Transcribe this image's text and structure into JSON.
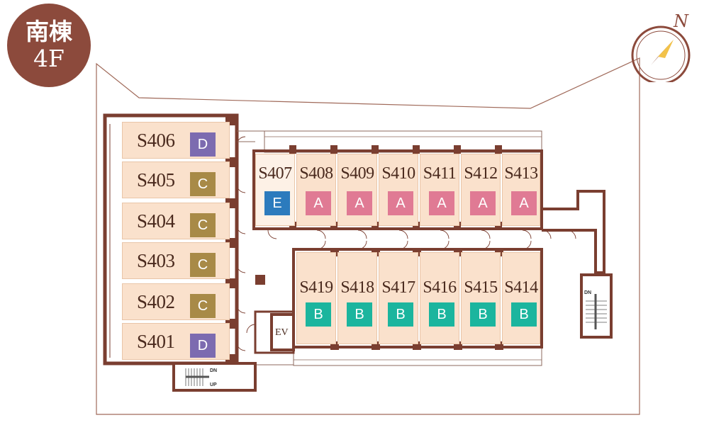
{
  "floor_badge": {
    "line1": "南棟",
    "line2": "4F",
    "color": "#8c4a3c"
  },
  "compass": {
    "label": "N"
  },
  "unit_type_colors": {
    "A": "#e07a94",
    "B": "#1bb59e",
    "C": "#a88a47",
    "D": "#7c6bb0",
    "E": "#2c7bbd"
  },
  "west_units": [
    {
      "id": "S406",
      "type": "D"
    },
    {
      "id": "S405",
      "type": "C"
    },
    {
      "id": "S404",
      "type": "C"
    },
    {
      "id": "S403",
      "type": "C"
    },
    {
      "id": "S402",
      "type": "C"
    },
    {
      "id": "S401",
      "type": "D"
    }
  ],
  "north_units": [
    {
      "id": "S407",
      "type": "E"
    },
    {
      "id": "S408",
      "type": "A"
    },
    {
      "id": "S409",
      "type": "A"
    },
    {
      "id": "S410",
      "type": "A"
    },
    {
      "id": "S411",
      "type": "A"
    },
    {
      "id": "S412",
      "type": "A"
    },
    {
      "id": "S413",
      "type": "A"
    }
  ],
  "south_units": [
    {
      "id": "S419",
      "type": "B"
    },
    {
      "id": "S418",
      "type": "B"
    },
    {
      "id": "S417",
      "type": "B"
    },
    {
      "id": "S416",
      "type": "B"
    },
    {
      "id": "S415",
      "type": "B"
    },
    {
      "id": "S414",
      "type": "B"
    }
  ],
  "elevator": {
    "label": "EV"
  },
  "stairs_west": {
    "down": "DN",
    "up": "UP"
  },
  "stairs_east": {
    "down": "DN"
  }
}
